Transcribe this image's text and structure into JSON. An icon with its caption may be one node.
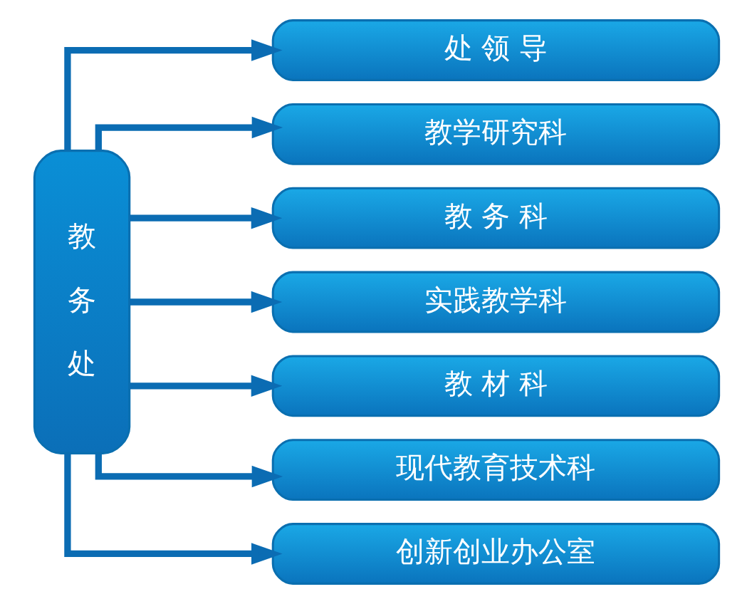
{
  "diagram": {
    "nodes": [
      {
        "text": [
          "教务处"
        ]
      },
      {
        "text": [
          "处 领 导"
        ]
      },
      {
        "text": [
          "教学研究科"
        ]
      },
      {
        "text": [
          "教 务 科"
        ]
      },
      {
        "text": [
          "实践教学科"
        ]
      },
      {
        "text": [
          "教 材 科"
        ]
      },
      {
        "text": [
          "现代教育技术科"
        ]
      },
      {
        "text": [
          "创新创业办公室"
        ]
      }
    ],
    "edges": [
      {
        "from": 0,
        "to": 1,
        "arrow": "to"
      },
      {
        "from": 0,
        "to": 2,
        "arrow": "to"
      },
      {
        "from": 0,
        "to": 3,
        "arrow": "to"
      },
      {
        "from": 0,
        "to": 4,
        "arrow": "to"
      },
      {
        "from": 0,
        "to": 5,
        "arrow": "to"
      },
      {
        "from": 0,
        "to": 6,
        "arrow": "to"
      },
      {
        "from": 0,
        "to": 7,
        "arrow": "to"
      }
    ]
  }
}
